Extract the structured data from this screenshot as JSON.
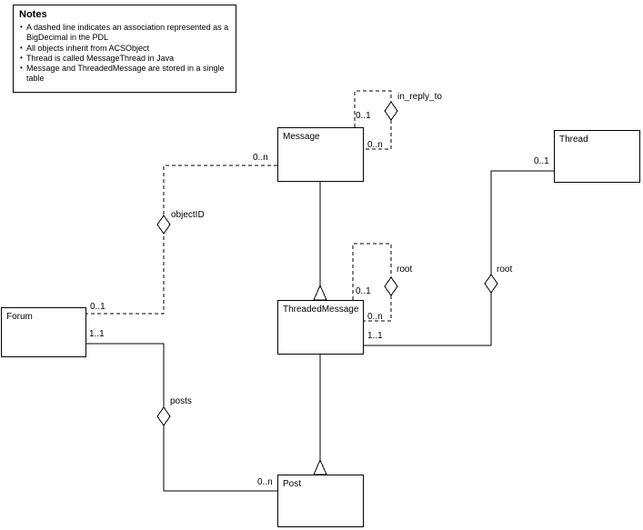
{
  "diagram": {
    "notes": {
      "title": "Notes",
      "items": [
        "A dashed line indicates an association represented as a BigDecimal in the PDL",
        "All objects inherit from ACSObject",
        "Thread is called MessageThread in Java",
        "Message and ThreadedMessage are stored in a single table"
      ]
    },
    "entities": {
      "message": "Message",
      "thread": "Thread",
      "forum": "Forum",
      "threaded_message": "ThreadedMessage",
      "post": "Post"
    },
    "associations": {
      "in_reply_to": {
        "name": "in_reply_to",
        "near_mult": "0..1",
        "far_mult": "0..n"
      },
      "object_id": {
        "name": "objectID",
        "message_mult": "0..n",
        "forum_mult": "0..1"
      },
      "root_self": {
        "name": "root",
        "near_mult": "0..1",
        "far_mult": "0..n"
      },
      "root_thread": {
        "name": "root",
        "thread_mult": "0..1",
        "threaded_message_mult": "1..1"
      },
      "posts": {
        "name": "posts",
        "forum_mult": "1..1",
        "post_mult": "0..n"
      }
    }
  }
}
